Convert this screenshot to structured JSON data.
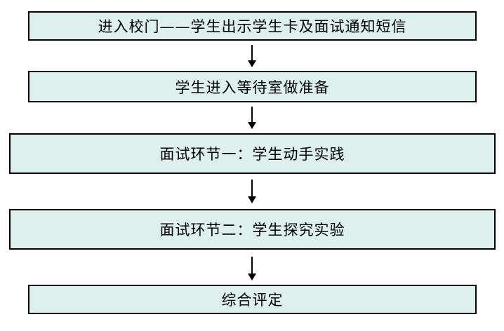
{
  "flowchart": {
    "steps": [
      {
        "label": "进入校门——学生出示学生卡及面试通知短信"
      },
      {
        "label": "学生进入等待室做准备"
      },
      {
        "label": "面试环节一：学生动手实践"
      },
      {
        "label": "面试环节二：学生探究实验"
      },
      {
        "label": "综合评定"
      }
    ],
    "box_fill": "#def0ee",
    "border_color": "#000000"
  }
}
